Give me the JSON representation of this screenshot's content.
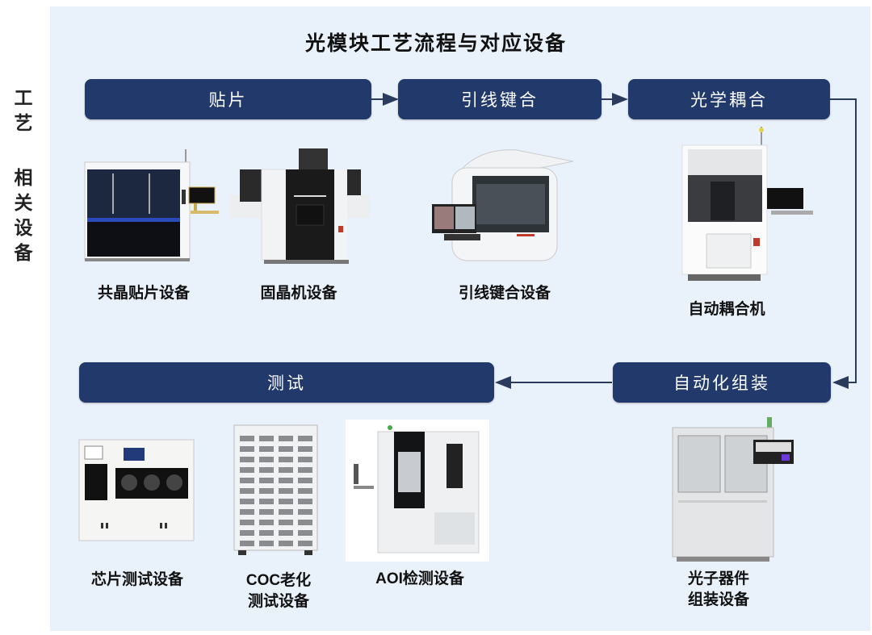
{
  "diagram": {
    "title": "光模块工艺流程与对应设备",
    "side_labels": {
      "process": [
        "工",
        "艺"
      ],
      "equipment": [
        "相",
        "关",
        "设",
        "备"
      ]
    },
    "process_steps": [
      {
        "id": "die-attach",
        "label": "贴片"
      },
      {
        "id": "wire-bonding",
        "label": "引线键合"
      },
      {
        "id": "optical-coupling",
        "label": "光学耦合"
      },
      {
        "id": "automated-assembly",
        "label": "自动化组装"
      },
      {
        "id": "testing",
        "label": "测试"
      }
    ],
    "flow": [
      {
        "from": "贴片",
        "to": "引线键合"
      },
      {
        "from": "引线键合",
        "to": "光学耦合"
      },
      {
        "from": "光学耦合",
        "to": "自动化组装"
      },
      {
        "from": "自动化组装",
        "to": "测试"
      }
    ],
    "equipment": [
      {
        "step": "贴片",
        "caption": "共晶贴片设备"
      },
      {
        "step": "贴片",
        "caption": "固晶机设备"
      },
      {
        "step": "引线键合",
        "caption": "引线键合设备"
      },
      {
        "step": "光学耦合",
        "caption": "自动耦合机"
      },
      {
        "step": "自动化组装",
        "caption_lines": [
          "光子器件",
          "组装设备"
        ]
      },
      {
        "step": "测试",
        "caption": "芯片测试设备"
      },
      {
        "step": "测试",
        "caption_lines": [
          "COC老化",
          "测试设备"
        ]
      },
      {
        "step": "测试",
        "caption": "AOI检测设备"
      }
    ],
    "colors": {
      "step_fill": "#213a6b",
      "step_text": "#ffffff",
      "panel_bg": "#e9f1fb",
      "arrow": "#2a3b5e"
    }
  }
}
